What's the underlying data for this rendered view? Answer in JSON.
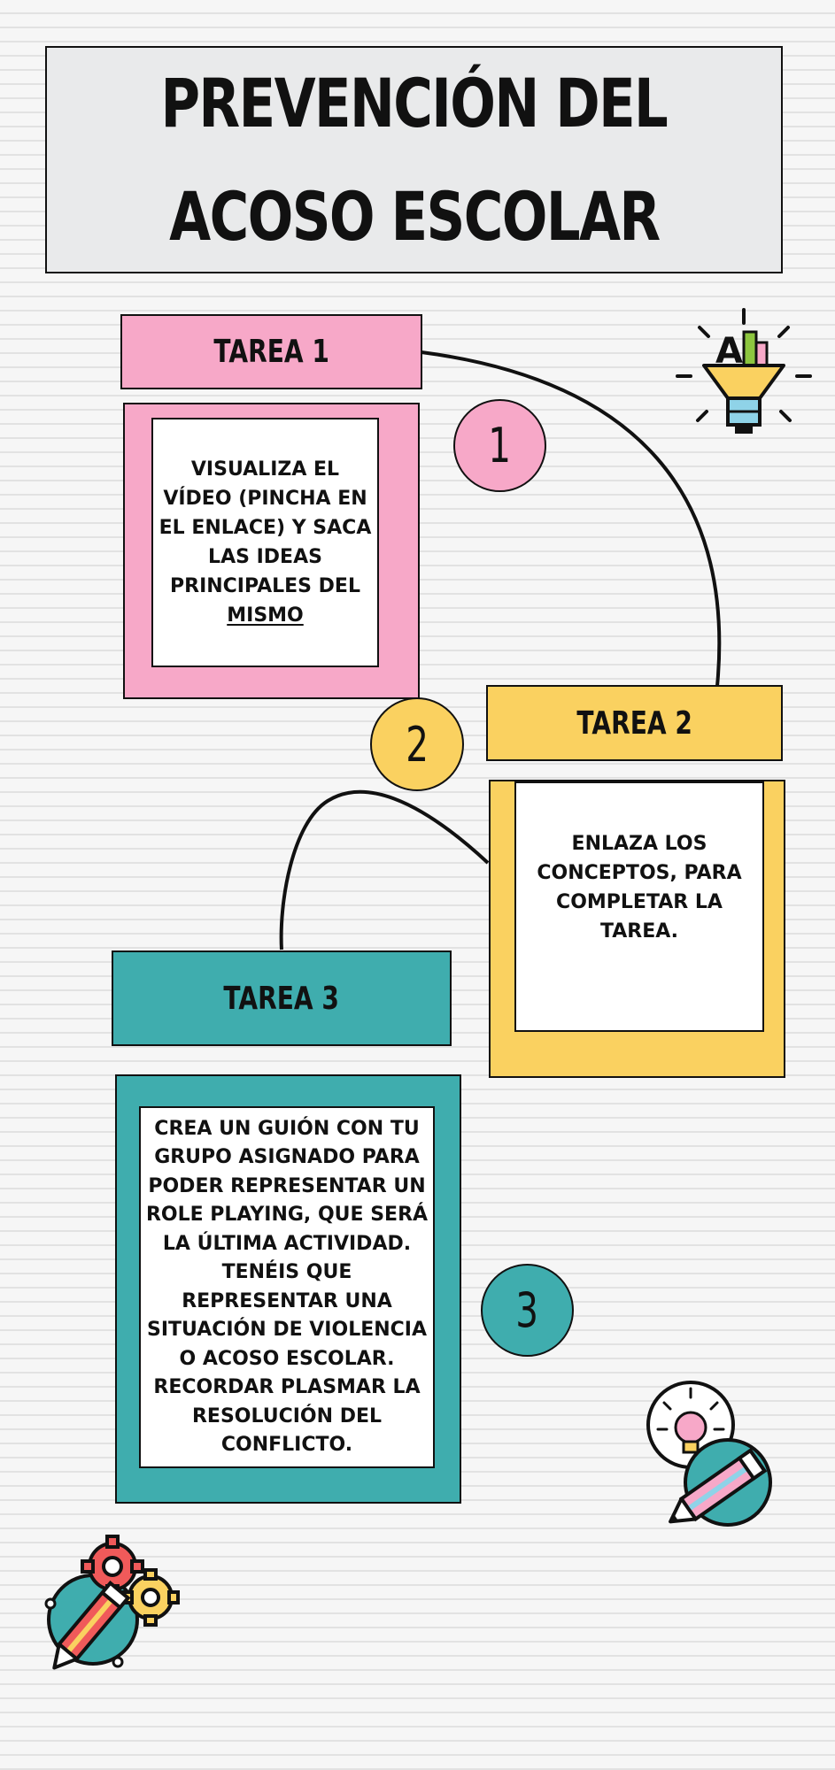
{
  "title": {
    "line1": "PREVENCIÓN DEL",
    "line2": "ACOSO ESCOLAR"
  },
  "tasks": [
    {
      "header": "TAREA 1",
      "number": "1",
      "body": "VISUALIZA EL VÍDEO (PINCHA EN EL ENLACE) Y SACA LAS IDEAS PRINCIPALES DEL",
      "link": "MISMO",
      "color": "#f7a8c8"
    },
    {
      "header": "TAREA 2",
      "number": "2",
      "body": "ENLAZA LOS CONCEPTOS, PARA COMPLETAR LA TAREA.",
      "color": "#fad160"
    },
    {
      "header": "TAREA 3",
      "number": "3",
      "body": "CREA UN GUIÓN CON TU GRUPO ASIGNADO PARA PODER REPRESENTAR UN ROLE PLAYING, QUE SERÁ LA ÚLTIMA ACTIVIDAD. TENÉIS QUE REPRESENTAR UNA SITUACIÓN DE VIOLENCIA O ACOSO ESCOLAR.",
      "body2": "RECORDAR PLASMAR LA RESOLUCIÓN DEL CONFLICTO.",
      "color": "#3fadae"
    }
  ],
  "icons": {
    "top_right": "funnel-lightbulb-icon",
    "bottom_right": "lightbulb-pencil-icon",
    "bottom_left": "gears-pencil-icon"
  }
}
